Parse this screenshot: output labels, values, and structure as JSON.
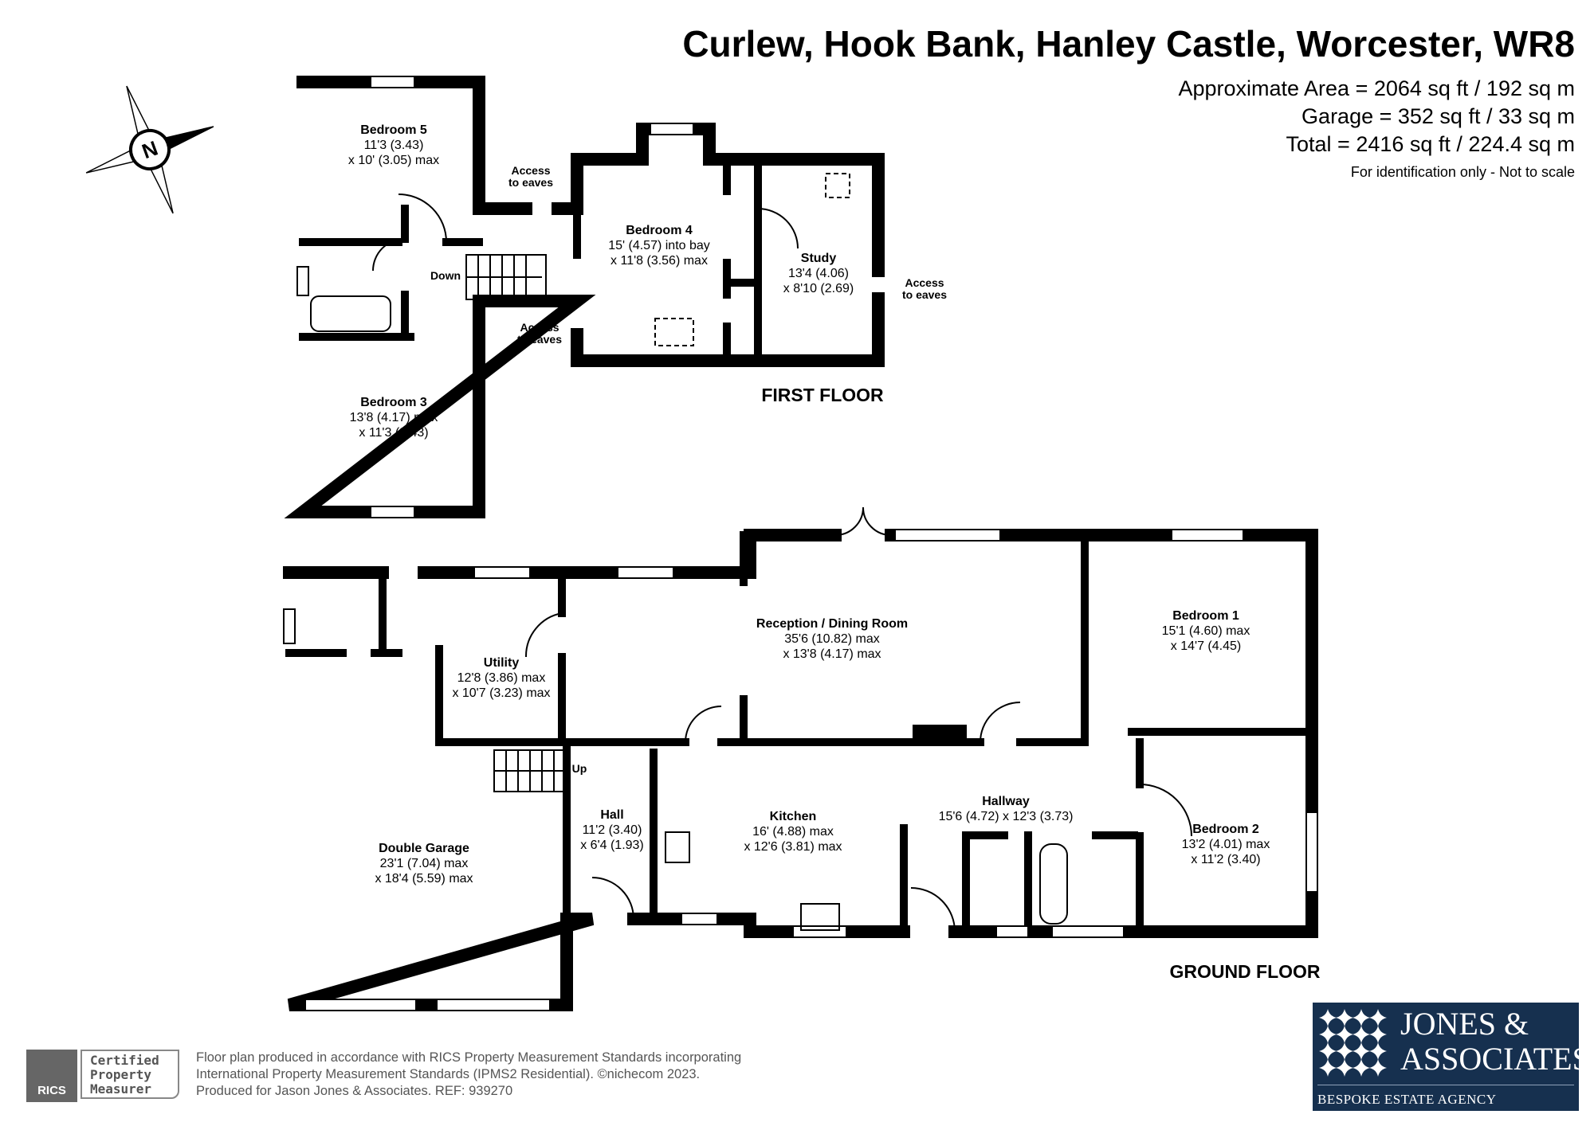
{
  "header": {
    "title": "Curlew, Hook Bank, Hanley Castle, Worcester, WR8",
    "areas": [
      "Approximate Area = 2064 sq ft / 192 sq m",
      "Garage = 352 sq ft / 33 sq m",
      "Total = 2416 sq ft / 224.4 sq m"
    ],
    "note": "For identification only - Not to scale"
  },
  "compass": {
    "label": "N",
    "icon": "compass-north-icon"
  },
  "first_floor": {
    "label": "FIRST FLOOR",
    "rooms": [
      {
        "name": "Bedroom 5",
        "dims": [
          "11'3 (3.43)",
          "x 10' (3.05) max"
        ]
      },
      {
        "name": "Bedroom 3",
        "dims": [
          "13'8 (4.17) max",
          "x 11'3 (3.43)"
        ]
      },
      {
        "name": "Bedroom 4",
        "dims": [
          "15' (4.57) into bay",
          "x 11'8 (3.56) max"
        ]
      },
      {
        "name": "Study",
        "dims": [
          "13'4 (4.06)",
          "x 8'10 (2.69)"
        ]
      }
    ],
    "annotations": {
      "eaves": [
        "Access",
        "to eaves"
      ],
      "stairs": "Down"
    }
  },
  "ground_floor": {
    "label": "GROUND FLOOR",
    "rooms": [
      {
        "name": "Reception / Dining Room",
        "dims": [
          "35'6 (10.82) max",
          "x 13'8 (4.17) max"
        ]
      },
      {
        "name": "Bedroom 1",
        "dims": [
          "15'1 (4.60) max",
          "x 14'7 (4.45)"
        ]
      },
      {
        "name": "Utility",
        "dims": [
          "12'8 (3.86) max",
          "x 10'7 (3.23) max"
        ]
      },
      {
        "name": "Hall",
        "dims": [
          "11'2 (3.40)",
          "x 6'4 (1.93)"
        ]
      },
      {
        "name": "Kitchen",
        "dims": [
          "16' (4.88) max",
          "x 12'6 (3.81) max"
        ]
      },
      {
        "name": "Hallway",
        "dims": [
          "15'6 (4.72) x 12'3 (3.73)"
        ]
      },
      {
        "name": "Bedroom 2",
        "dims": [
          "13'2 (4.01) max",
          "x 11'2 (3.40)"
        ]
      },
      {
        "name": "Double Garage",
        "dims": [
          "23'1 (7.04) max",
          "x 18'4 (5.59) max"
        ]
      }
    ],
    "annotations": {
      "stairs": "Up"
    }
  },
  "footer": {
    "rics_badge": {
      "brand": "RICS",
      "lines": [
        "Certified",
        "Property",
        "Measurer"
      ]
    },
    "lines": [
      "Floor plan produced in accordance with RICS Property Measurement Standards incorporating",
      "International Property Measurement Standards (IPMS2 Residential).   ©nichecom 2023.",
      "Produced for Jason Jones & Associates.   REF:  939270"
    ]
  },
  "agency_logo": {
    "line1": "JONES &",
    "line2": "ASSOCIATES",
    "tagline": "BESPOKE ESTATE AGENCY",
    "color": "#16304f"
  }
}
